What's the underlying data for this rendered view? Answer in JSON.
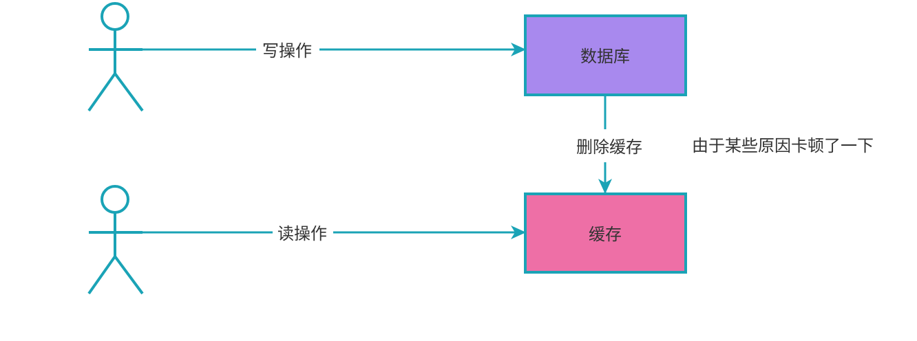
{
  "actors": {
    "writer": {
      "icon": "stick-figure-icon"
    },
    "reader": {
      "icon": "stick-figure-icon"
    }
  },
  "nodes": {
    "database": {
      "label": "数据库",
      "fill": "#a889ee",
      "stroke": "#1aa3b6"
    },
    "cache": {
      "label": "缓存",
      "fill": "#ee6fa6",
      "stroke": "#1aa3b6"
    }
  },
  "edges": {
    "write": {
      "label": "写操作"
    },
    "delete_cache": {
      "label": "删除缓存"
    },
    "read": {
      "label": "读操作"
    }
  },
  "annotation": {
    "text": "由于某些原因卡顿了一下"
  },
  "colors": {
    "line": "#1aa3b6",
    "text": "#333333",
    "background": "#ffffff"
  }
}
